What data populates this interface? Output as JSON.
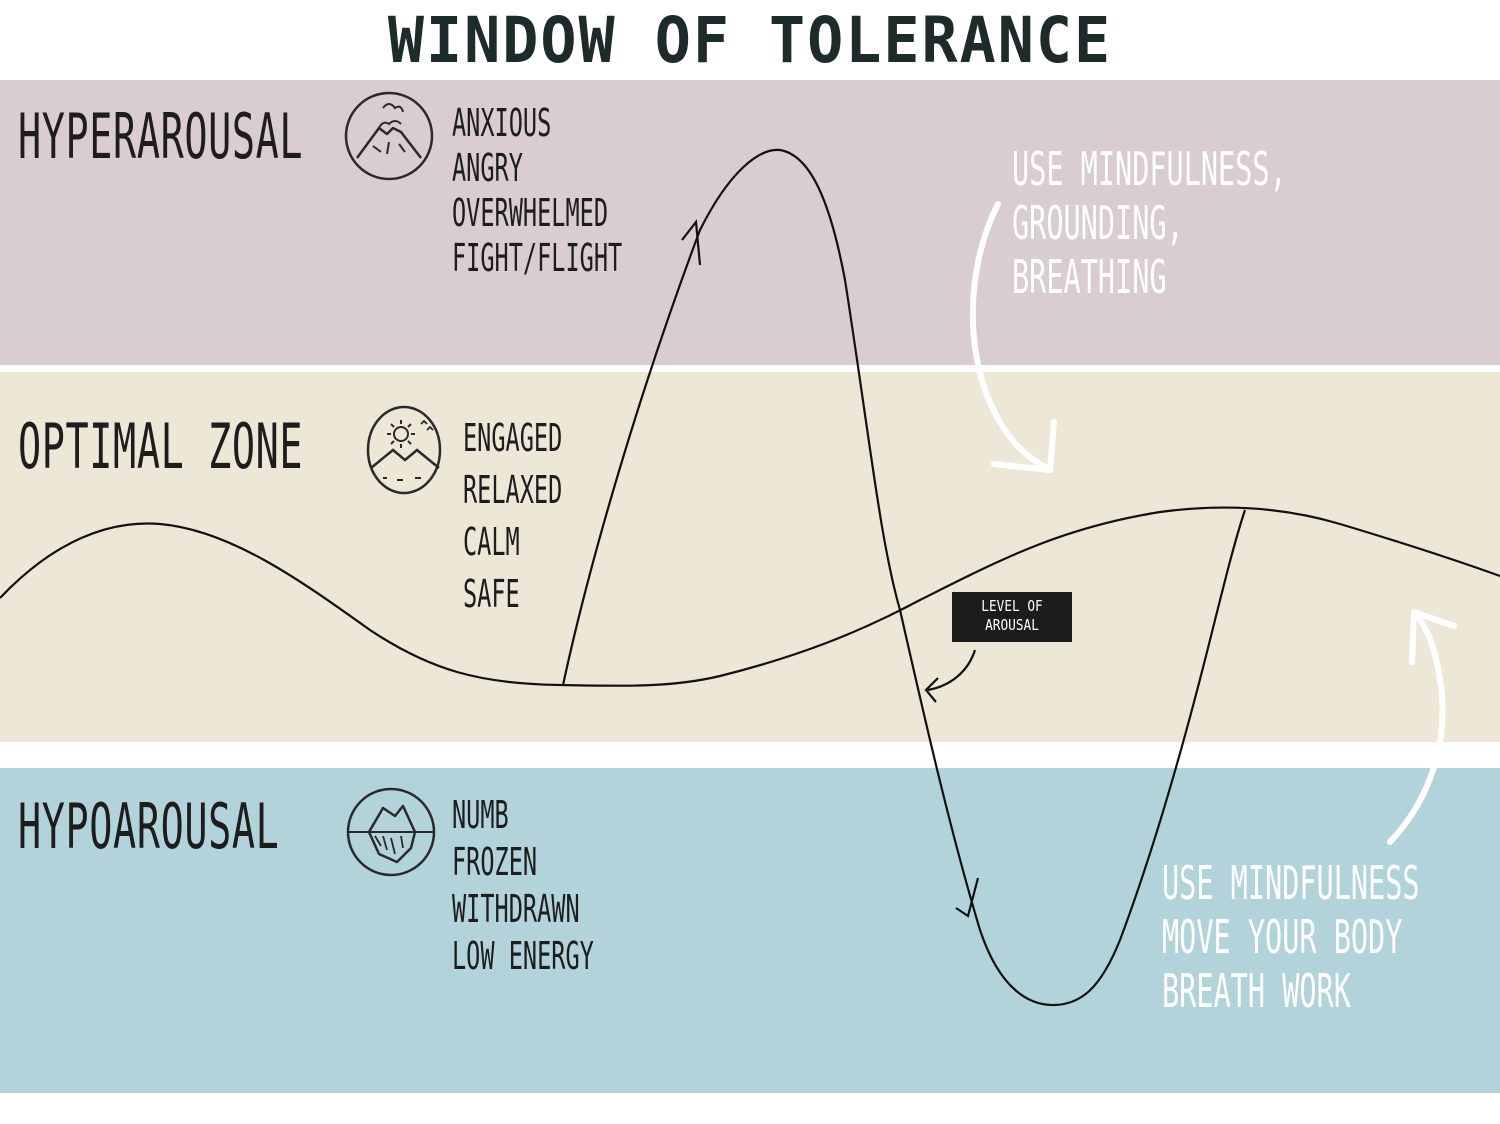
{
  "title": "WINDOW OF TOLERANCE",
  "zones": {
    "hyper": {
      "name": "HYPERAROUSAL",
      "icon": "volcano-icon",
      "states": [
        "ANXIOUS",
        "ANGRY",
        "OVERWHELMED",
        "FIGHT/FLIGHT"
      ],
      "color": "#d9cdd0"
    },
    "optimal": {
      "name": "OPTIMAL ZONE",
      "icon": "sun-mountains-icon",
      "states": [
        "ENGAGED",
        "RELAXED",
        "CALM",
        "SAFE"
      ],
      "color": "#ece7d6"
    },
    "hypo": {
      "name": "HYPOAROUSAL",
      "icon": "iceberg-icon",
      "states": [
        "NUMB",
        "FROZEN",
        "WITHDRAWN",
        "LOW ENERGY"
      ],
      "color": "#b3d3db"
    }
  },
  "tips": {
    "hyper": [
      "USE MINDFULNESS,",
      "GROUNDING,",
      "BREATHING"
    ],
    "hypo": [
      "USE MINDFULNESS",
      "MOVE YOUR BODY",
      "BREATH WORK"
    ]
  },
  "curve_label": [
    "LEVEL OF",
    "AROUSAL"
  ]
}
